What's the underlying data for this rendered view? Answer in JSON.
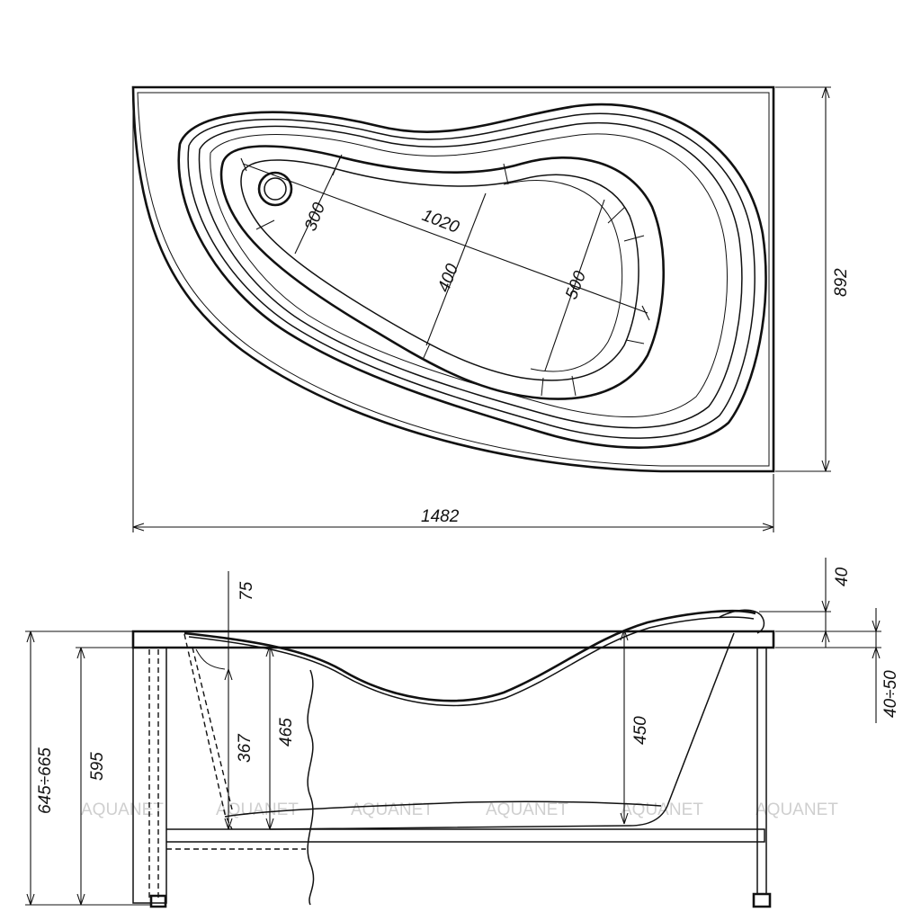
{
  "top_view": {
    "dimensions": {
      "width": "1482",
      "depth": "892",
      "length_inner": "1020",
      "width_head": "300",
      "width_mid": "400",
      "width_foot": "500"
    }
  },
  "side_view": {
    "dimensions": {
      "total_height": "645÷665",
      "frame_height": "595",
      "rim_offset": "75",
      "depth_head": "367",
      "depth_mid": "465",
      "depth_foot": "450",
      "rim_thickness": "40",
      "leg_adjust": "40÷50"
    }
  },
  "watermark": {
    "text": "AQUANET"
  }
}
